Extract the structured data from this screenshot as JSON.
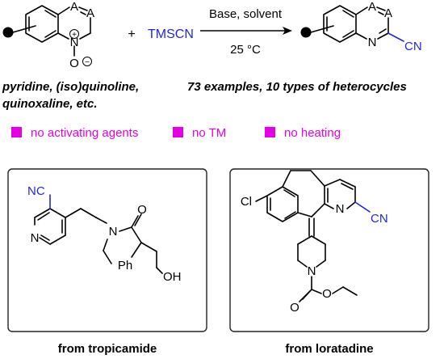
{
  "reaction": {
    "reagent": "TMSCN",
    "plus": "+",
    "condition_top": "Base, solvent",
    "condition_bottom": "25 °C",
    "sm_labels": {
      "a1": "A",
      "a2": "A",
      "n": "N",
      "oxide": "O",
      "plus_charge": "+",
      "minus_charge": "−"
    },
    "product_labels": {
      "a1": "A",
      "a2": "A",
      "n": "N",
      "cn": "CN"
    }
  },
  "scope_text": {
    "line1": "pyridine, (iso)quinoline,",
    "line2": "quinoxaline, etc.",
    "examples": "73 examples, 10 types of heterocycles"
  },
  "features": [
    {
      "label": "no activating agents",
      "color": "#e600e6"
    },
    {
      "label": "no TM",
      "color": "#e600e6"
    },
    {
      "label": "no heating",
      "color": "#e600e6"
    }
  ],
  "examples": [
    {
      "caption": "from tropicamide",
      "labels": {
        "nc": "NC",
        "n_py": "N",
        "n_amide": "N",
        "o": "O",
        "ph": "Ph",
        "oh": "OH"
      }
    },
    {
      "caption": "from loratadine",
      "labels": {
        "cl": "Cl",
        "n_py": "N",
        "cn": "CN",
        "n_pip": "N",
        "o1": "O",
        "o2": "O"
      }
    }
  ],
  "colors": {
    "accent_blue": "#1f2ad6",
    "magenta": "#e600e6"
  }
}
